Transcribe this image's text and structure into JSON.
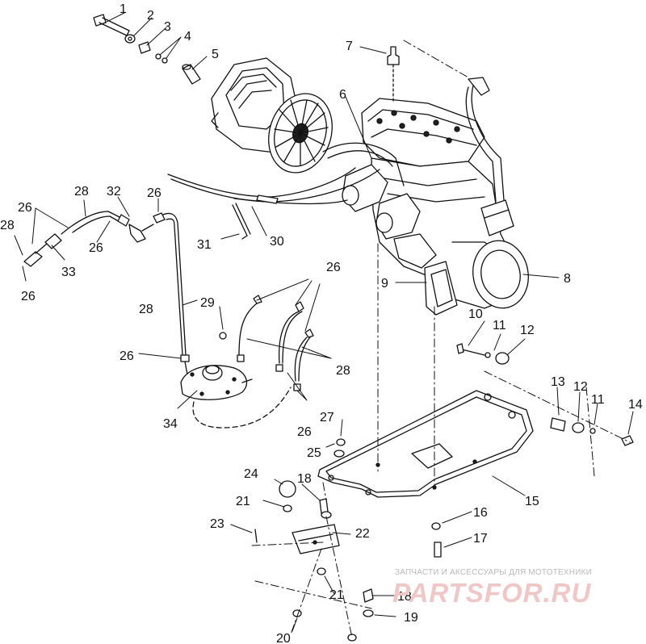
{
  "callouts": [
    {
      "id": "c1",
      "text": "1"
    },
    {
      "id": "c2",
      "text": "2"
    },
    {
      "id": "c3",
      "text": "3"
    },
    {
      "id": "c4",
      "text": "4"
    },
    {
      "id": "c5",
      "text": "5"
    },
    {
      "id": "c6",
      "text": "6"
    },
    {
      "id": "c7",
      "text": "7"
    },
    {
      "id": "c8",
      "text": "8"
    },
    {
      "id": "c9",
      "text": "9"
    },
    {
      "id": "c10",
      "text": "10"
    },
    {
      "id": "c11a",
      "text": "11"
    },
    {
      "id": "c12a",
      "text": "12"
    },
    {
      "id": "c13",
      "text": "13"
    },
    {
      "id": "c12b",
      "text": "12"
    },
    {
      "id": "c11b",
      "text": "11"
    },
    {
      "id": "c14",
      "text": "14"
    },
    {
      "id": "c15",
      "text": "15"
    },
    {
      "id": "c16",
      "text": "16"
    },
    {
      "id": "c17",
      "text": "17"
    },
    {
      "id": "c18a",
      "text": "18"
    },
    {
      "id": "c18b",
      "text": "18"
    },
    {
      "id": "c19",
      "text": "19"
    },
    {
      "id": "c20",
      "text": "20"
    },
    {
      "id": "c21a",
      "text": "21"
    },
    {
      "id": "c21b",
      "text": "21"
    },
    {
      "id": "c22",
      "text": "22"
    },
    {
      "id": "c23",
      "text": "23"
    },
    {
      "id": "c24",
      "text": "24"
    },
    {
      "id": "c25",
      "text": "25"
    },
    {
      "id": "c26a",
      "text": "26"
    },
    {
      "id": "c26b",
      "text": "26"
    },
    {
      "id": "c26c",
      "text": "26"
    },
    {
      "id": "c26d",
      "text": "26"
    },
    {
      "id": "c26e",
      "text": "26"
    },
    {
      "id": "c26f",
      "text": "26"
    },
    {
      "id": "c26g",
      "text": "26"
    },
    {
      "id": "c27",
      "text": "27"
    },
    {
      "id": "c28a",
      "text": "28"
    },
    {
      "id": "c28b",
      "text": "28"
    },
    {
      "id": "c28c",
      "text": "28"
    },
    {
      "id": "c28d",
      "text": "28"
    },
    {
      "id": "c29",
      "text": "29"
    },
    {
      "id": "c30",
      "text": "30"
    },
    {
      "id": "c31",
      "text": "31"
    },
    {
      "id": "c32",
      "text": "32"
    },
    {
      "id": "c33",
      "text": "33"
    },
    {
      "id": "c34",
      "text": "34"
    }
  ],
  "watermark": {
    "tagline": "ЗАПЧАСТИ И АКСЕССУАРЫ ДЛЯ МОТОТЕХНИКИ",
    "logo": "PARTSFOR.RU"
  }
}
